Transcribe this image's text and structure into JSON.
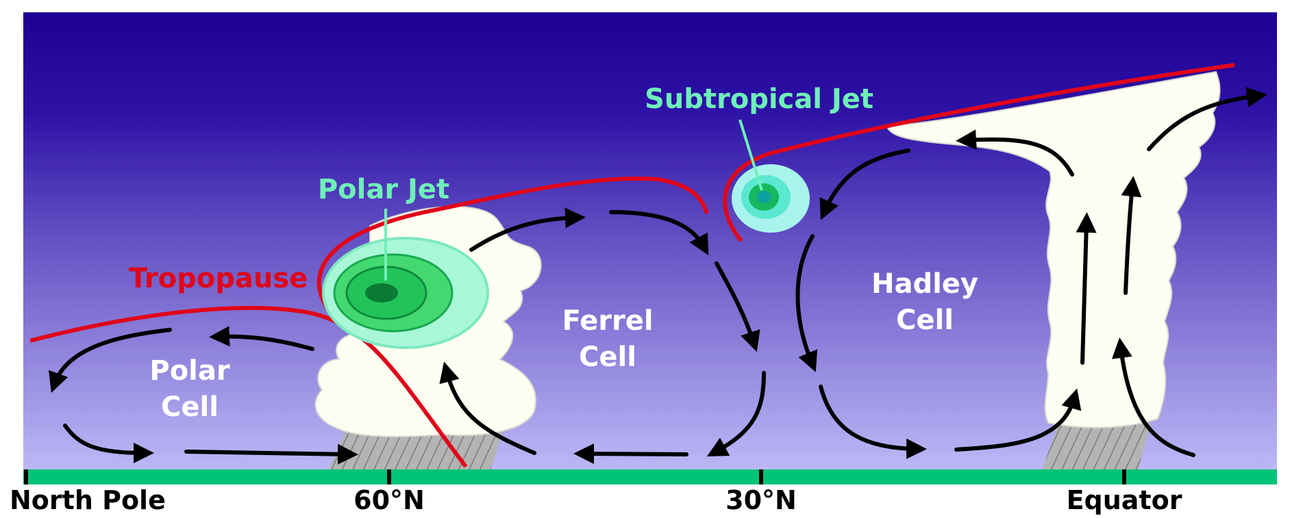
{
  "labels": {
    "polar_cell": [
      "Polar",
      "Cell"
    ],
    "ferrel_cell": [
      "Ferrel",
      "Cell"
    ],
    "hadley_cell": [
      "Hadley",
      "Cell"
    ],
    "polar_jet": "Polar Jet",
    "subtropical_jet": "Subtropical Jet",
    "tropopause": "Tropopause"
  },
  "axis": {
    "ticks": [
      "North Pole",
      "60°N",
      "30°N",
      "Equator"
    ]
  },
  "colors": {
    "sky_top": "#1f0094",
    "sky_bottom": "#b8b4f4",
    "ground": "#00c478",
    "tropopause": "#e0061a",
    "cloud": "#fdfdf1",
    "jet_label": "#6ff0b8",
    "arrow": "#000000"
  }
}
